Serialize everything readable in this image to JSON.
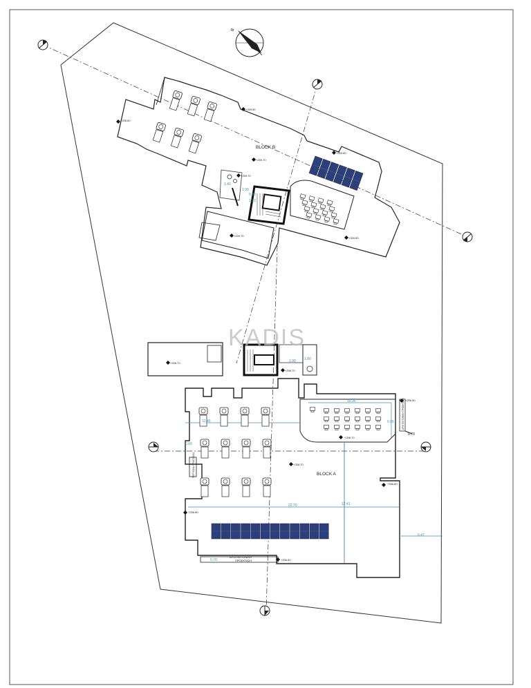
{
  "watermark": "KADIS",
  "block_a": {
    "label": "BLOCK A",
    "dims": {
      "length_main": "22.70",
      "length_inner": "12.41",
      "class_width": "10.35",
      "class_depth": "6.95",
      "seating_span": "12.45",
      "edge_left": "0.60",
      "edge_right": "0.70",
      "side_offset": "6.47",
      "bottom_edge": "0.70",
      "stair_w": "1.90",
      "stair_h": "1.80"
    },
    "levels": {
      "terrace": "+258.70",
      "core": "+258.70",
      "class_top": "+256.80",
      "class_floor": "+258.70",
      "center": "+258.70",
      "right": "+256.80",
      "left": "+256.80",
      "bottom": "+256.80"
    },
    "notes": {
      "bottom_line1": "ΑΡΧΙΤΕΚΤΟΝΙΚΗ",
      "bottom_line2": "ΠΡΟΕΚΤΑΣΗ",
      "side_left": "ΠΕΡΓΚΟΛΑ ΠΡΟΣΤΑΣΙΑΣ",
      "side_right": "ΑΡΧΙΤΕΚΤΟΝΙΚΗ ΠΡΟΕΚΤΑΣΗ"
    }
  },
  "block_b": {
    "label": "BLOCK B",
    "dims": {
      "wc_w": "1.40",
      "wc_h": "1.90",
      "core_w": "0.80",
      "core_h": "1.20"
    },
    "levels": {
      "top": "+259.80",
      "left": "+258.80",
      "center": "+259.70",
      "right": "+259.80",
      "stair_top": "+259.70",
      "lower_right": "+259.80",
      "terrace": "+259.70"
    }
  },
  "north_label": "B"
}
